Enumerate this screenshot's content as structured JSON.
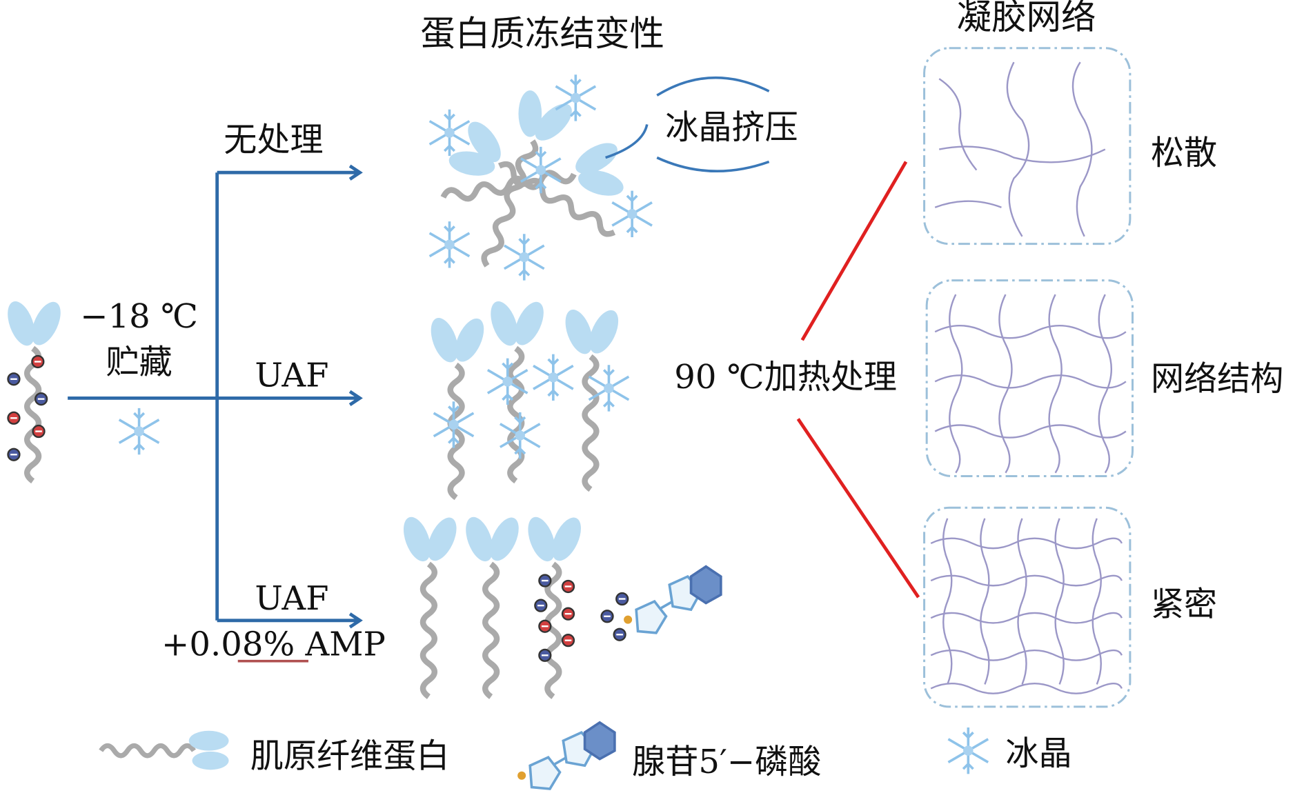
{
  "titles": {
    "denaturation": "蛋白质冻结变性",
    "gel_network": "凝胶网络"
  },
  "storage": {
    "temp": "−18 ℃",
    "label": "贮藏"
  },
  "branches": [
    {
      "label": "无处理"
    },
    {
      "label": "UAF"
    },
    {
      "label": "UAF",
      "sublabel": "+0.08% AMP"
    }
  ],
  "callout": "冰晶挤压",
  "heating": "90 ℃加热处理",
  "gel_states": [
    "松散",
    "网络结构",
    "紧密"
  ],
  "legend": [
    {
      "icon": "myofibrillar-protein-icon",
      "label": "肌原纤维蛋白"
    },
    {
      "icon": "amp-molecule-icon",
      "label": "腺苷5′−磷酸"
    },
    {
      "icon": "ice-crystal-icon",
      "label": "冰晶"
    }
  ],
  "colors": {
    "arrow": "#2e6aa8",
    "red_line": "#e02020",
    "ice": "#8ec3ea",
    "network": "#8a85bd"
  }
}
